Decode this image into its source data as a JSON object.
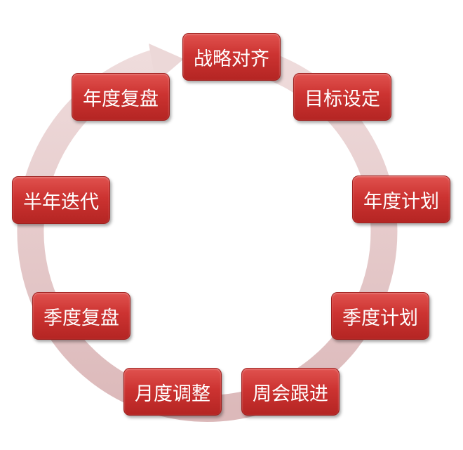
{
  "colors": {
    "box": "#cc3331",
    "ring": "#e8cfd0"
  },
  "steps": [
    {
      "label": "战略对齐"
    },
    {
      "label": "目标设定"
    },
    {
      "label": "年度计划"
    },
    {
      "label": "季度计划"
    },
    {
      "label": "周会跟进"
    },
    {
      "label": "月度调整"
    },
    {
      "label": "季度复盘"
    },
    {
      "label": "半年迭代"
    },
    {
      "label": "年度复盘"
    }
  ]
}
